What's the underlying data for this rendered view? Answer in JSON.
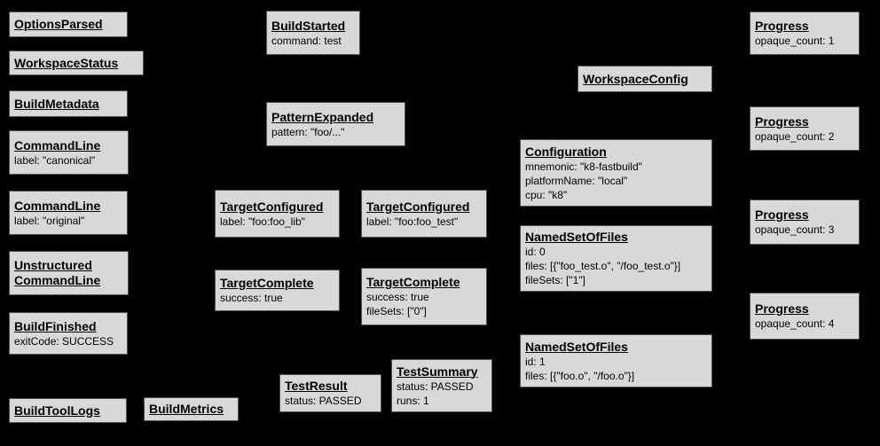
{
  "diagram": {
    "background": "#000000",
    "node_fill": "#d8d8d8",
    "node_border": "#4f4f4f",
    "text_color": "#000000"
  },
  "nodes": [
    {
      "id": "options_parsed",
      "title_lines": [
        "OptionsParsed"
      ],
      "fields": []
    },
    {
      "id": "workspace_status",
      "title_lines": [
        "WorkspaceStatus"
      ],
      "fields": []
    },
    {
      "id": "build_metadata",
      "title_lines": [
        "BuildMetadata"
      ],
      "fields": []
    },
    {
      "id": "command_line_canonical",
      "title_lines": [
        "CommandLine"
      ],
      "fields": [
        "label: \"canonical\""
      ]
    },
    {
      "id": "command_line_original",
      "title_lines": [
        "CommandLine"
      ],
      "fields": [
        "label: \"original\""
      ]
    },
    {
      "id": "unstructured_command_line",
      "title_lines": [
        "Unstructured",
        "CommandLine"
      ],
      "fields": []
    },
    {
      "id": "build_finished",
      "title_lines": [
        "BuildFinished"
      ],
      "fields": [
        "exitCode: SUCCESS"
      ]
    },
    {
      "id": "build_tool_logs",
      "title_lines": [
        "BuildToolLogs"
      ],
      "fields": []
    },
    {
      "id": "build_metrics",
      "title_lines": [
        "BuildMetrics"
      ],
      "fields": []
    },
    {
      "id": "build_started",
      "title_lines": [
        "BuildStarted"
      ],
      "fields": [
        "command: test"
      ]
    },
    {
      "id": "pattern_expanded",
      "title_lines": [
        "PatternExpanded"
      ],
      "fields": [
        "pattern: \"foo/...\""
      ]
    },
    {
      "id": "target_configured_lib",
      "title_lines": [
        "TargetConfigured"
      ],
      "fields": [
        "label: \"foo:foo_lib\""
      ]
    },
    {
      "id": "target_configured_test",
      "title_lines": [
        "TargetConfigured"
      ],
      "fields": [
        "label: \"foo:foo_test\""
      ]
    },
    {
      "id": "target_complete_lib",
      "title_lines": [
        "TargetComplete"
      ],
      "fields": [
        "success: true"
      ]
    },
    {
      "id": "target_complete_test",
      "title_lines": [
        "TargetComplete"
      ],
      "fields": [
        "success: true",
        "fileSets: [\"0\"]"
      ]
    },
    {
      "id": "test_result",
      "title_lines": [
        "TestResult"
      ],
      "fields": [
        "status: PASSED"
      ]
    },
    {
      "id": "test_summary",
      "title_lines": [
        "TestSummary"
      ],
      "fields": [
        "status: PASSED",
        "runs: 1"
      ]
    },
    {
      "id": "workspace_config",
      "title_lines": [
        "WorkspaceConfig"
      ],
      "fields": []
    },
    {
      "id": "configuration",
      "title_lines": [
        "Configuration"
      ],
      "fields": [
        "mnemonic: \"k8-fastbuild\"",
        "platformName: \"local\"",
        "cpu: \"k8\""
      ]
    },
    {
      "id": "named_set_of_files_0",
      "title_lines": [
        "NamedSetOfFiles"
      ],
      "fields": [
        "id: 0",
        "files: [{\"foo_test.o\", \"/foo_test.o\"}]",
        "fileSets: [\"1\"]"
      ]
    },
    {
      "id": "named_set_of_files_1",
      "title_lines": [
        "NamedSetOfFiles"
      ],
      "fields": [
        "id: 1",
        "files: [{\"foo.o\", \"/foo.o\"}]"
      ]
    },
    {
      "id": "progress_1",
      "title_lines": [
        "Progress"
      ],
      "fields": [
        "opaque_count: 1"
      ]
    },
    {
      "id": "progress_2",
      "title_lines": [
        "Progress"
      ],
      "fields": [
        "opaque_count: 2"
      ]
    },
    {
      "id": "progress_3",
      "title_lines": [
        "Progress"
      ],
      "fields": [
        "opaque_count: 3"
      ]
    },
    {
      "id": "progress_4",
      "title_lines": [
        "Progress"
      ],
      "fields": [
        "opaque_count: 4"
      ]
    }
  ]
}
